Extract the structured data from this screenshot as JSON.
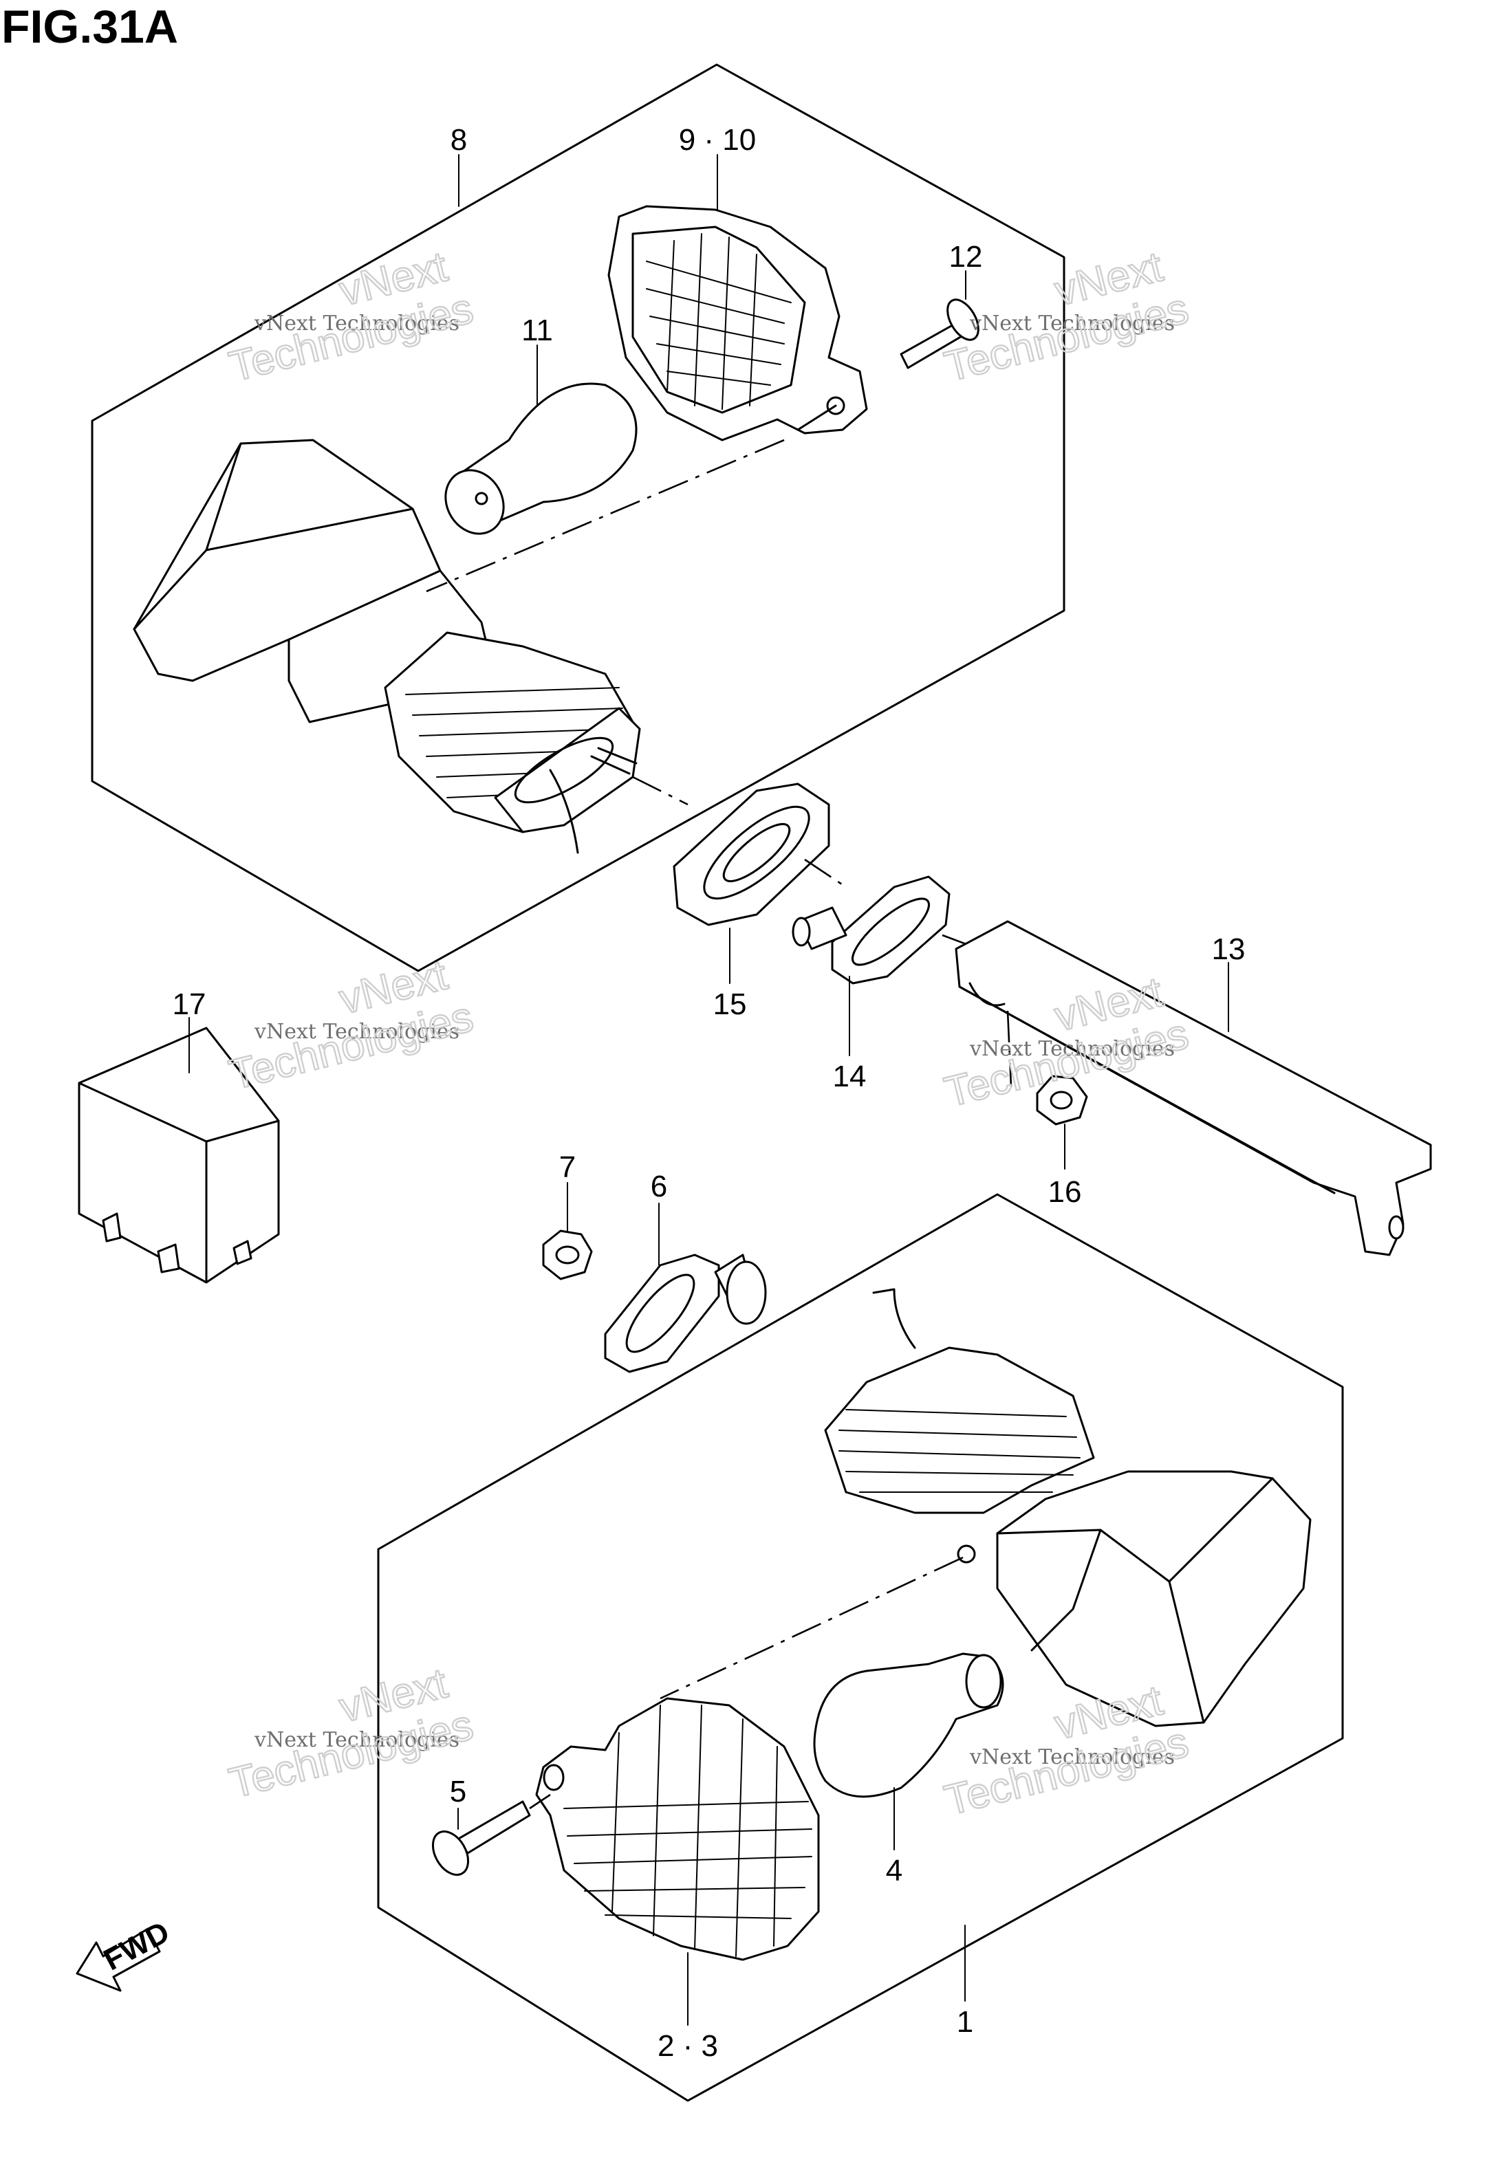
{
  "figure": {
    "title": "FIG.31A",
    "fwd_label": "FWD"
  },
  "callouts": [
    {
      "id": "c1",
      "label": "1"
    },
    {
      "id": "c2",
      "label": "2 · 3"
    },
    {
      "id": "c4",
      "label": "4"
    },
    {
      "id": "c5",
      "label": "5"
    },
    {
      "id": "c6",
      "label": "6"
    },
    {
      "id": "c7",
      "label": "7"
    },
    {
      "id": "c8",
      "label": "8"
    },
    {
      "id": "c9",
      "label": "9 · 10"
    },
    {
      "id": "c11",
      "label": "11"
    },
    {
      "id": "c12",
      "label": "12"
    },
    {
      "id": "c13",
      "label": "13"
    },
    {
      "id": "c14",
      "label": "14"
    },
    {
      "id": "c15",
      "label": "15"
    },
    {
      "id": "c16",
      "label": "16"
    },
    {
      "id": "c17",
      "label": "17"
    }
  ],
  "watermark": {
    "line1": "vNext",
    "line2": "vNext Technologies",
    "line3": "Technologies"
  }
}
